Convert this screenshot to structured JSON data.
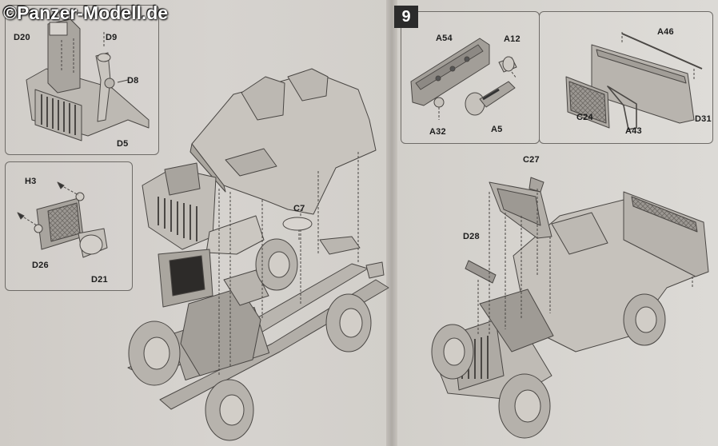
{
  "watermark": "©Panzer-Modell.de",
  "left_page": {
    "inset_grille": {
      "labels": {
        "d20": "D20",
        "d9": "D9",
        "d8": "D8",
        "d5": "D5"
      }
    },
    "inset_radiator": {
      "labels": {
        "h3": "H3",
        "d26": "D26",
        "d21": "D21"
      }
    },
    "main": {
      "labels": {
        "c7": "C7"
      }
    }
  },
  "right_page": {
    "step_number": "9",
    "inset_a": {
      "labels": {
        "a54": "A54",
        "a12": "A12",
        "a32": "A32",
        "a5": "A5"
      }
    },
    "inset_b": {
      "labels": {
        "a46": "A46",
        "c24": "C24",
        "a43": "A43",
        "d31": "D31"
      }
    },
    "main": {
      "labels": {
        "c27": "C27",
        "d28": "D28"
      }
    }
  }
}
